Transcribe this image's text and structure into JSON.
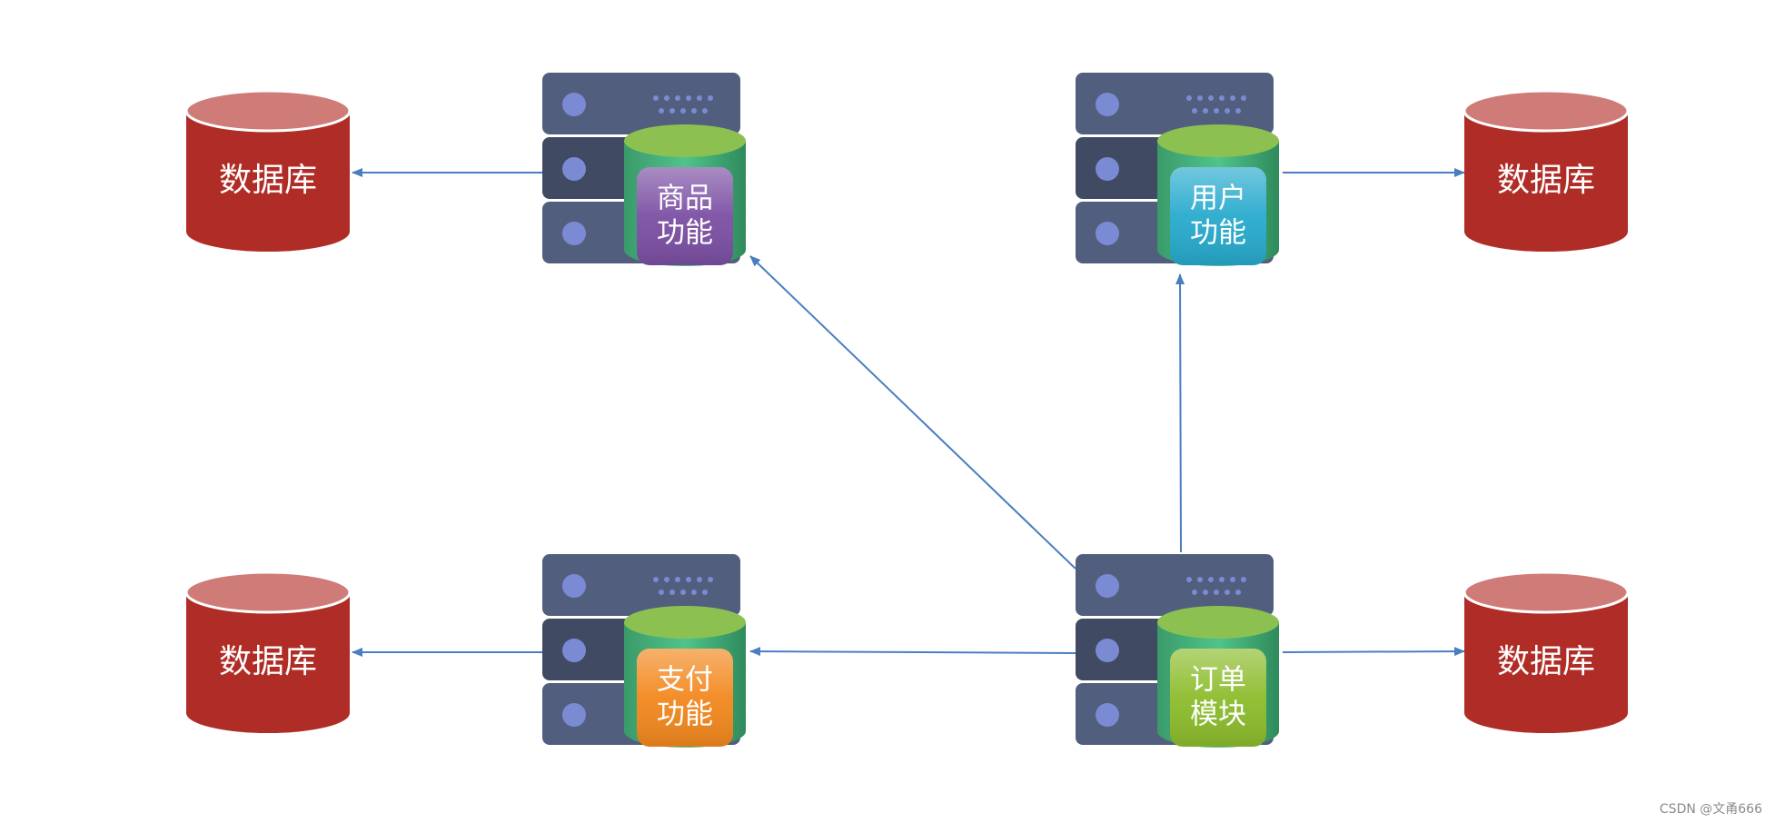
{
  "services": {
    "product": {
      "line1": "商品",
      "line2": "功能",
      "color": "#7b4fa3"
    },
    "user": {
      "line1": "用户",
      "line2": "功能",
      "color": "#27aacd"
    },
    "payment": {
      "line1": "支付",
      "line2": "功能",
      "color": "#f2881e"
    },
    "order": {
      "line1": "订单",
      "line2": "模块",
      "color": "#8cbc2c"
    }
  },
  "databases": {
    "top_left": {
      "label": "数据库"
    },
    "top_right": {
      "label": "数据库"
    },
    "bottom_left": {
      "label": "数据库"
    },
    "bottom_right": {
      "label": "数据库"
    }
  },
  "connections": [
    {
      "from": "product",
      "to": "top_left"
    },
    {
      "from": "user",
      "to": "top_right"
    },
    {
      "from": "payment",
      "to": "bottom_left"
    },
    {
      "from": "order",
      "to": "bottom_right"
    },
    {
      "from": "order",
      "to": "product"
    },
    {
      "from": "order",
      "to": "user"
    },
    {
      "from": "order",
      "to": "payment"
    }
  ],
  "colors": {
    "server_rack": "#525e7e",
    "server_rack_dark": "#404a62",
    "server_dot": "#7a8bd4",
    "database_body": "#b02c26",
    "database_top": "#cf7c78",
    "cylinder_top": "#8cc152",
    "cylinder_side": "#3fae74",
    "arrow": "#4a7ebf"
  },
  "watermark": "CSDN @文甬666"
}
